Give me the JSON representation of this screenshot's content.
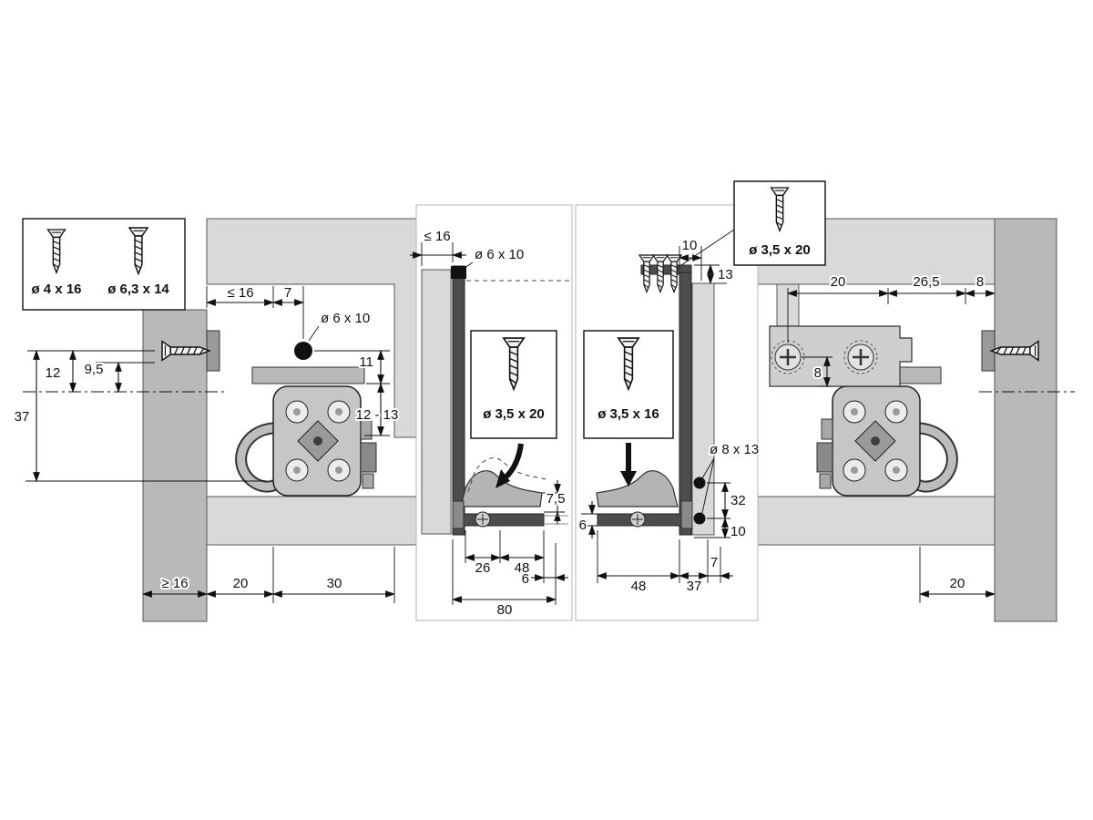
{
  "diagram": {
    "legend": {
      "screw_small": "ø 4 x 16",
      "screw_large": "ø 6,3 x 14"
    },
    "left_section": {
      "dim_le16": "≤ 16",
      "dim_7": "7",
      "hole_label": "ø 6 x 10",
      "dim_11": "11",
      "dim_12_13": "12 - 13",
      "dim_12": "12",
      "dim_9_5": "9,5",
      "dim_37": "37",
      "dim_ge16": "≥ 16",
      "dim_20": "20",
      "dim_30": "30"
    },
    "front_section": {
      "dim_le16": "≤ 16",
      "hole_label": "ø 6 x 10",
      "screw_label": "ø 3,5 x 20",
      "dim_7_5": "7,5",
      "dim_26": "26",
      "dim_48": "48",
      "dim_6": "6",
      "dim_80": "80"
    },
    "rear_section": {
      "dim_10": "10",
      "dim_13": "13",
      "callout_screw_label": "ø 3,5 x 20",
      "screw_label": "ø 3,5 x 16",
      "hole_label": "ø 8 x 13",
      "dim_6": "6",
      "dim_48": "48",
      "dim_37": "37",
      "dim_7": "7",
      "dim_32": "32",
      "dim_10b": "10"
    },
    "right_section": {
      "dim_20_top": "20",
      "dim_26_5": "26,5",
      "dim_8_top": "8",
      "dim_8": "8",
      "dim_20": "20"
    }
  }
}
